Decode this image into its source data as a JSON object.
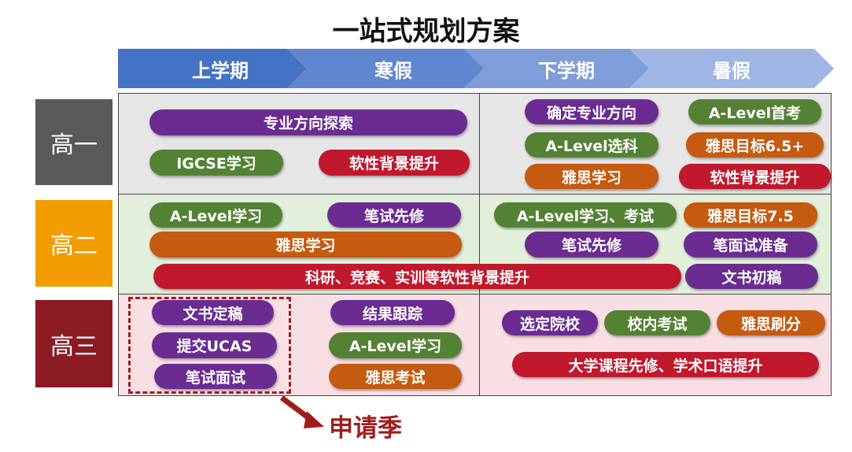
{
  "title": "一站式规划方案",
  "periods": [
    "上学期",
    "寒假",
    "下学期",
    "暑假"
  ],
  "grades": [
    "高一",
    "高二",
    "高三"
  ],
  "g1": {
    "left": [
      "专业方向探索",
      "IGCSE学习",
      "软性背景提升"
    ],
    "right": [
      "确定专业方向",
      "A-Level首考",
      "A-Level选科",
      "雅思目标6.5+",
      "雅思学习",
      "软性背景提升"
    ]
  },
  "g2": {
    "left": [
      "A-Level学习",
      "笔试先修",
      "雅思学习",
      "科研、竞赛、实训等软性背景提升"
    ],
    "right": [
      "A-Level学习、考试",
      "雅思目标7.5",
      "笔试先修",
      "笔面试准备",
      "文书初稿"
    ]
  },
  "g3": {
    "left": [
      "文书定稿",
      "提交UCAS",
      "笔试面试",
      "结果跟踪",
      "A-Level学习",
      "雅思考试"
    ],
    "right": [
      "选定院校",
      "校内考试",
      "雅思刷分",
      "大学课程先修、学术口语提升"
    ]
  },
  "callout": "申请季",
  "colors": {
    "purple": "#6a2c91",
    "green": "#548235",
    "orange": "#c55a11",
    "red": "#c0182c"
  }
}
